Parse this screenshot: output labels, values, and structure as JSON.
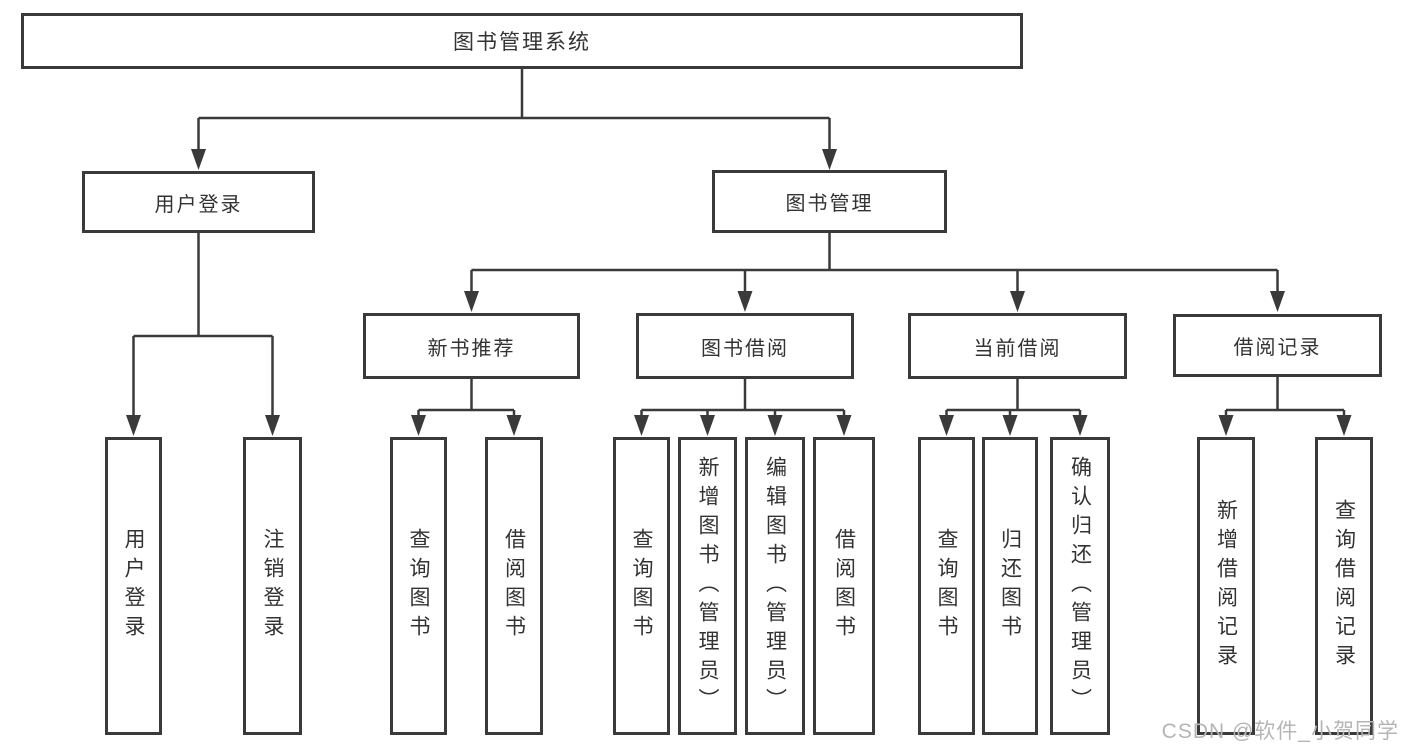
{
  "diagram": {
    "root": {
      "label": "图书管理系统"
    },
    "level1": [
      {
        "label": "用户登录"
      },
      {
        "label": "图书管理"
      }
    ],
    "level2": [
      {
        "label": "新书推荐"
      },
      {
        "label": "图书借阅"
      },
      {
        "label": "当前借阅"
      },
      {
        "label": "借阅记录"
      }
    ],
    "leaves": [
      {
        "label": "用户登录"
      },
      {
        "label": "注销登录"
      },
      {
        "label": "查询图书"
      },
      {
        "label": "借阅图书"
      },
      {
        "label": "查询图书"
      },
      {
        "label": "新增图书（管理员）"
      },
      {
        "label": "编辑图书（管理员）"
      },
      {
        "label": "借阅图书"
      },
      {
        "label": "查询图书"
      },
      {
        "label": "归还图书"
      },
      {
        "label": "确认归还（管理员）"
      },
      {
        "label": "新增借阅记录"
      },
      {
        "label": "查询借阅记录"
      }
    ]
  },
  "watermark": {
    "text": "CSDN @软件_小贺同学"
  },
  "colors": {
    "line": "#3a3a3a",
    "text": "#333333",
    "box_fill": "#ffffff",
    "background": "#ffffff",
    "watermark": "#b5b5b5"
  }
}
